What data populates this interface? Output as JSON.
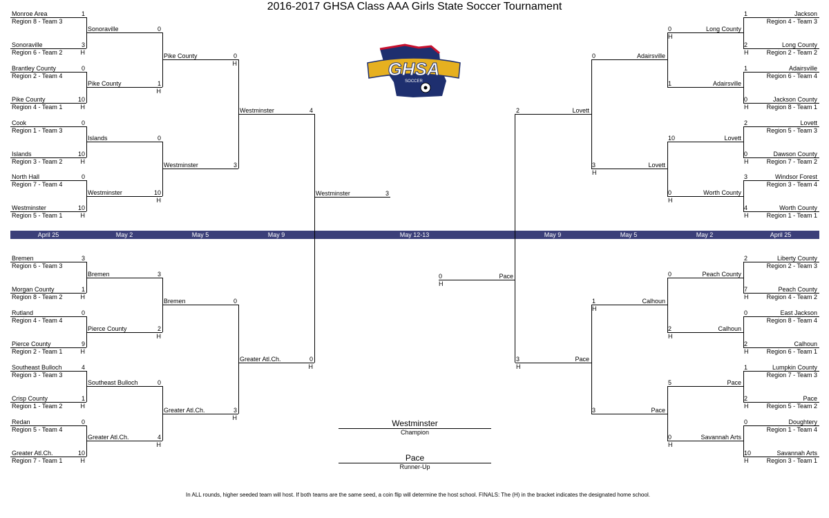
{
  "title": "2016-2017 GHSA Class AAA Girls State Soccer Tournament",
  "logo": {
    "text": "GHSA",
    "subtext": "SOCCER"
  },
  "dates": [
    "April 25",
    "May 2",
    "May 5",
    "May 9",
    "May 12-13",
    "May 9",
    "May 5",
    "May 2",
    "April 25"
  ],
  "left_r1": [
    {
      "name": "Monroe Area",
      "sub": "Region 8 - Team 3",
      "score": "1",
      "h": ""
    },
    {
      "name": "Sonoraville",
      "sub": "Region 6 - Team 2",
      "score": "3",
      "h": "H"
    },
    {
      "name": "Brantley County",
      "sub": "Region 2 - Team 4",
      "score": "0",
      "h": ""
    },
    {
      "name": "Pike County",
      "sub": "Region 4 - Team 1",
      "score": "10",
      "h": "H"
    },
    {
      "name": "Cook",
      "sub": "Region 1 - Team 3",
      "score": "0",
      "h": ""
    },
    {
      "name": "Islands",
      "sub": "Region 3 - Team 2",
      "score": "10",
      "h": "H"
    },
    {
      "name": "North Hall",
      "sub": "Region 7 - Team 4",
      "score": "0",
      "h": ""
    },
    {
      "name": "Westminster",
      "sub": "Region 5 - Team 1",
      "score": "10",
      "h": "H"
    },
    {
      "name": "Bremen",
      "sub": "Region 6 - Team 3",
      "score": "3",
      "h": ""
    },
    {
      "name": "Morgan County",
      "sub": "Region 8 - Team 2",
      "score": "1",
      "h": "H"
    },
    {
      "name": "Rutland",
      "sub": "Region 4 - Team 4",
      "score": "0",
      "h": ""
    },
    {
      "name": "Pierce County",
      "sub": "Region 2 - Team 1",
      "score": "9",
      "h": "H"
    },
    {
      "name": "Southeast Bulloch",
      "sub": "Region 3 - Team 3",
      "score": "4",
      "h": ""
    },
    {
      "name": "Crisp County",
      "sub": "Region 1 - Team 2",
      "score": "1",
      "h": "H"
    },
    {
      "name": "Redan",
      "sub": "Region 5 - Team 4",
      "score": "0",
      "h": ""
    },
    {
      "name": "Greater Atl.Ch.",
      "sub": "Region 7 - Team 1",
      "score": "10",
      "h": "H"
    }
  ],
  "left_r2": [
    {
      "name": "Sonoraville",
      "score": "0",
      "h": ""
    },
    {
      "name": "Pike County",
      "score": "1",
      "h": "H"
    },
    {
      "name": "Islands",
      "score": "0",
      "h": ""
    },
    {
      "name": "Westminster",
      "score": "10",
      "h": "H"
    },
    {
      "name": "Bremen",
      "score": "3",
      "h": ""
    },
    {
      "name": "Pierce County",
      "score": "2",
      "h": "H"
    },
    {
      "name": "Southeast Bulloch",
      "score": "0",
      "h": ""
    },
    {
      "name": "Greater Atl.Ch.",
      "score": "4",
      "h": "H"
    }
  ],
  "left_r3": [
    {
      "name": "Pike County",
      "score": "0",
      "h": "H"
    },
    {
      "name": "Westminster",
      "score": "3",
      "h": ""
    },
    {
      "name": "Bremen",
      "score": "0",
      "h": ""
    },
    {
      "name": "Greater Atl.Ch.",
      "score": "3",
      "h": "H"
    }
  ],
  "left_r4": [
    {
      "name": "Westminster",
      "score": "4",
      "h": ""
    },
    {
      "name": "Greater Atl.Ch.",
      "score": "0",
      "h": "H"
    }
  ],
  "final_left": {
    "name": "Westminster",
    "score": "3"
  },
  "final_right": {
    "name": "Pace",
    "score": "0",
    "h": "H"
  },
  "right_r1": [
    {
      "name": "Jackson",
      "sub": "Region 4 - Team 3",
      "score": "1",
      "h": ""
    },
    {
      "name": "Long County",
      "sub": "Region 2 - Team 2",
      "score": "2",
      "h": "H"
    },
    {
      "name": "Adairsville",
      "sub": "Region 6 - Team 4",
      "score": "1",
      "h": ""
    },
    {
      "name": "Jackson County",
      "sub": "Region 8 - Team 1",
      "score": "0",
      "h": "H"
    },
    {
      "name": "Lovett",
      "sub": "Region 5 - Team 3",
      "score": "2",
      "h": ""
    },
    {
      "name": "Dawson County",
      "sub": "Region 7 - Team 2",
      "score": "0",
      "h": "H"
    },
    {
      "name": "Windsor Forest",
      "sub": "Region 3 - Team 4",
      "score": "3",
      "h": ""
    },
    {
      "name": "Worth County",
      "sub": "Region 1 - Team 1",
      "score": "4",
      "h": "H"
    },
    {
      "name": "Liberty County",
      "sub": "Region 2 - Team 3",
      "score": "2",
      "h": ""
    },
    {
      "name": "Peach County",
      "sub": "Region 4 - Team 2",
      "score": "7",
      "h": "H"
    },
    {
      "name": "East Jackson",
      "sub": "Region 8 - Team 4",
      "score": "0",
      "h": ""
    },
    {
      "name": "Calhoun",
      "sub": "Region 6 - Team 1",
      "score": "2",
      "h": "H"
    },
    {
      "name": "Lumpkin County",
      "sub": "Region 7 - Team 3",
      "score": "1",
      "h": ""
    },
    {
      "name": "Pace",
      "sub": "Region 5 - Team 2",
      "score": "2",
      "h": "H"
    },
    {
      "name": "Doughtery",
      "sub": "Region 1 - Team 4",
      "score": "0",
      "h": ""
    },
    {
      "name": "Savannah Arts",
      "sub": "Region 3 - Team 1",
      "score": "10",
      "h": "H"
    }
  ],
  "right_r2": [
    {
      "name": "Long County",
      "score": "0",
      "h": "H"
    },
    {
      "name": "Adairsville",
      "score": "1",
      "h": ""
    },
    {
      "name": "Lovett",
      "score": "10",
      "h": ""
    },
    {
      "name": "Worth County",
      "score": "0",
      "h": "H"
    },
    {
      "name": "Peach County",
      "score": "0",
      "h": ""
    },
    {
      "name": "Calhoun",
      "score": "2",
      "h": "H"
    },
    {
      "name": "Pace",
      "score": "5",
      "h": ""
    },
    {
      "name": "Savannah Arts",
      "score": "0",
      "h": "H"
    }
  ],
  "right_r3": [
    {
      "name": "Adairsville",
      "score": "0",
      "h": ""
    },
    {
      "name": "Lovett",
      "score": "3",
      "h": "H"
    },
    {
      "name": "Calhoun",
      "score": "1",
      "h": "H"
    },
    {
      "name": "Pace",
      "score": "3",
      "h": ""
    }
  ],
  "right_r4": [
    {
      "name": "Lovett",
      "score": "2",
      "h": ""
    },
    {
      "name": "Pace",
      "score": "3",
      "h": "H"
    }
  ],
  "champion": {
    "name": "Westminster",
    "label": "Champion"
  },
  "runner_up": {
    "name": "Pace",
    "label": "Runner-Up"
  },
  "footnote": "In ALL rounds, higher seeded team will host. If both teams are the same seed, a coin flip will determine the host school. FINALS: The (H) in the bracket indicates the designated home school."
}
